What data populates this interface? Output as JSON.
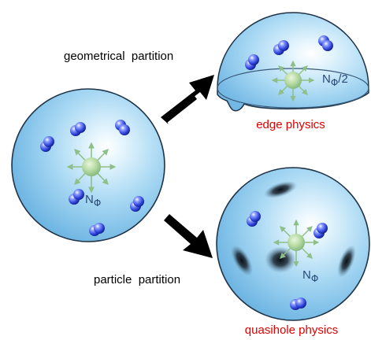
{
  "labels": {
    "geometrical_partition": "geometrical  partition",
    "particle_partition": "particle  partition",
    "edge_physics": "edge physics",
    "quasihole_physics": "quasihole physics"
  },
  "flux": {
    "full_symbol": "N",
    "full_subscript": "Φ",
    "half_symbol": "N",
    "half_subscript": "Φ",
    "half_suffix": "/2",
    "quasihole_symbol": "N",
    "quasihole_subscript": "Φ"
  },
  "colors": {
    "sphere_fill": "#bfe3f7",
    "sphere_edge": "#1f3347",
    "particle": "#2a3fd6",
    "red_caption": "#e00000",
    "flux_text": "#2a4a78",
    "monopole": "#a8d49a",
    "arrow": "#000000",
    "quasihole": "#101820"
  },
  "icons": [
    "electron-particle",
    "magnetic-monopole",
    "thick-black-arrow",
    "quasihole-blob"
  ]
}
